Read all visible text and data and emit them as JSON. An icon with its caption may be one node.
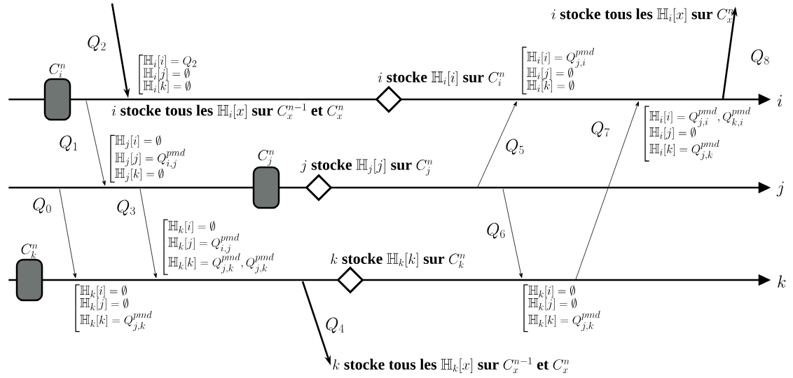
{
  "diagram": {
    "nodes": [
      {
        "text": [
          "i"
        ]
      },
      {
        "text": [
          "j"
        ]
      },
      {
        "text": [
          "k"
        ]
      },
      {
        "text": [
          "C_i^n"
        ]
      },
      {
        "text": [
          "i\\textbf{ stocke }\\mathbb{H}_i[i]\\textbf{ sur }C_i^n"
        ]
      },
      {
        "text": [
          "C_j^n"
        ]
      },
      {
        "text": [
          "j\\textbf{ stocke }\\mathbb{H}_j[j]\\textbf{ sur }C_j^n"
        ]
      },
      {
        "text": [
          "C_k^n"
        ]
      },
      {
        "text": [
          "k\\textbf{ stocke }\\mathbb{H}_k[k]\\textbf{ sur }C_k^n"
        ]
      },
      {
        "text": [
          "i\\textbf{ stocke tous les }\\mathbb{H}_i[x]\\textbf{ sur }C_x^n"
        ]
      },
      {
        "text": [
          "k\\textbf{ stocke tous les }\\mathbb{H}_k[x]\\textbf{ sur }C_x^{n-1}\\textbf{ et }C_x^n"
        ]
      }
    ],
    "edges": [
      {
        "from": 1,
        "to": 2,
        "arrow": "to",
        "label": "Q_0"
      },
      {
        "from": 0,
        "to": 1,
        "arrow": "to",
        "label": "Q_1"
      },
      {
        "from": null,
        "to": 0,
        "arrow": "to",
        "label": "Q_2",
        "style": "thick"
      },
      {
        "from": 1,
        "to": 2,
        "arrow": "to",
        "label": "Q_3"
      },
      {
        "from": 2,
        "to": 10,
        "arrow": "to",
        "label": "Q_4",
        "style": "thick"
      },
      {
        "from": 1,
        "to": 0,
        "arrow": "to",
        "label": "Q_5"
      },
      {
        "from": 1,
        "to": 2,
        "arrow": "to",
        "label": "Q_6"
      },
      {
        "from": 2,
        "to": 0,
        "arrow": "to",
        "label": "Q_7"
      },
      {
        "from": 0,
        "to": 9,
        "arrow": "to",
        "label": "Q_8",
        "style": "thick"
      }
    ],
    "labels": [
      "i\\textbf{ stocke tous les }\\mathbb{H}_i[x]\\textbf{ sur }C_x^{n-1}\\textbf{ et }C_x^n",
      "\\left[\\begin{array}{@{}l@{}}\\mathbb{H}_i[i]=Q_2\\\\ \\mathbb{H}_i[j]=\\emptyset\\\\ \\mathbb{H}_i[k]=\\emptyset\\end{array}\\right.",
      "\\left[\\begin{array}{@{}l@{}}\\mathbb{H}_i[i]=Q^{pmd}_{j,i}\\\\ \\mathbb{H}_i[j]=\\emptyset\\\\ \\mathbb{H}_i[k]=\\emptyset\\end{array}\\right.",
      "\\left[\\begin{array}{@{}l@{}}\\mathbb{H}_i[i]=Q^{pmd}_{j,i},Q^{pmd}_{k,i}\\\\ \\mathbb{H}_i[j]=\\emptyset\\\\ \\mathbb{H}_i[k]=Q^{pmd}_{j,k}\\end{array}\\right.",
      "\\left[\\begin{array}{@{}l@{}}\\mathbb{H}_j[i]=\\emptyset\\\\ \\mathbb{H}_j[j]=Q^{pmd}_{i,j}\\\\ \\mathbb{H}_j[k]=\\emptyset\\end{array}\\right.",
      "\\left[\\begin{array}{@{}l@{}}\\mathbb{H}_k[i]=\\emptyset\\\\ \\mathbb{H}_k[j]=Q^{pmd}_{i,j}\\\\ \\mathbb{H}_k[k]=Q^{pmd}_{j,k},Q^{pmd}_{j,k}\\end{array}\\right.",
      "\\left[\\begin{array}{@{}l@{}}\\mathbb{H}_k[i]=\\emptyset\\\\ \\mathbb{H}_k[j]=\\emptyset\\\\ \\mathbb{H}_k[k]=Q^{pmd}_{j,k}\\end{array}\\right.",
      "\\left[\\begin{array}{@{}l@{}}\\mathbb{H}_k[i]=\\emptyset\\\\ \\mathbb{H}_k[j]=\\emptyset\\\\ \\mathbb{H}_k[k]=Q^{pmd}_{j,k}\\end{array}\\right."
    ]
  }
}
